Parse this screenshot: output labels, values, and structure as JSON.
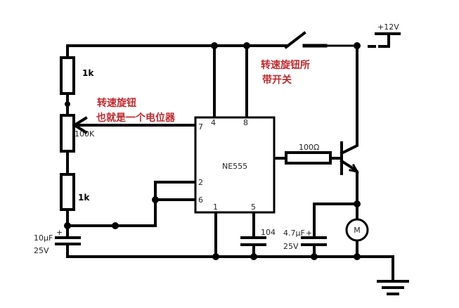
{
  "power": {
    "label": "+12V"
  },
  "ic": {
    "name": "NE555",
    "pins": {
      "p1": "1",
      "p2": "2",
      "p4": "4",
      "p5": "5",
      "p6": "6",
      "p7": "7",
      "p8": "8"
    }
  },
  "resistors": {
    "r_top": "1k",
    "pot": "100K",
    "r_bottom": "1k",
    "r_base": "100Ω"
  },
  "capacitors": {
    "c_timing": {
      "value": "10μF",
      "voltage": "25V",
      "polarity": "+"
    },
    "c_control": {
      "value": "104"
    },
    "c_motor": {
      "value": "4.7μF",
      "voltage": "25V",
      "polarity": "+"
    }
  },
  "motor": {
    "label": "M"
  },
  "annotations": {
    "switch_line1": "转速旋钮所",
    "switch_line2": "带开关",
    "pot_line1": "转速旋钮",
    "pot_line2": "也就是一个电位器"
  },
  "colors": {
    "annotation": "#c0282d"
  }
}
